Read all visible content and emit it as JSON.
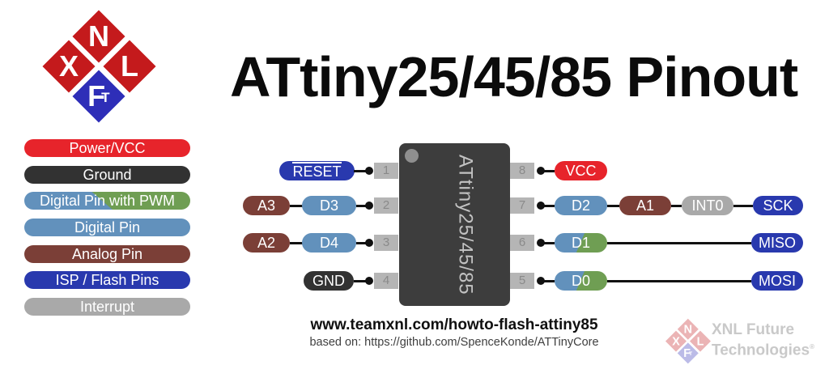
{
  "title": "ATtiny25/45/85 Pinout",
  "logo": {
    "top": "N",
    "left": "X",
    "right": "L",
    "bottom_main": "F",
    "bottom_sub": "T"
  },
  "legend": {
    "items": [
      {
        "label": "Power/VCC",
        "type": "power"
      },
      {
        "label": "Ground",
        "type": "ground"
      },
      {
        "label": "Digital Pin with PWM",
        "type": "pwm_legend"
      },
      {
        "label": "Digital Pin",
        "type": "digital"
      },
      {
        "label": "Analog Pin",
        "type": "analog"
      },
      {
        "label": "ISP / Flash Pins",
        "type": "isp"
      },
      {
        "label": "Interrupt",
        "type": "interrupt"
      }
    ]
  },
  "chip": {
    "label": "ATtiny25/45/85"
  },
  "pinout": {
    "left": [
      {
        "pin": "1",
        "labels": [
          {
            "text": "RESET",
            "type": "isp",
            "overline": true
          }
        ]
      },
      {
        "pin": "2",
        "labels": [
          {
            "text": "A3",
            "type": "analog"
          },
          {
            "text": "D3",
            "type": "digital"
          }
        ]
      },
      {
        "pin": "3",
        "labels": [
          {
            "text": "A2",
            "type": "analog"
          },
          {
            "text": "D4",
            "type": "digital"
          }
        ]
      },
      {
        "pin": "4",
        "labels": [
          {
            "text": "GND",
            "type": "ground"
          }
        ]
      }
    ],
    "right": [
      {
        "pin": "8",
        "labels": [
          {
            "text": "VCC",
            "type": "power"
          }
        ]
      },
      {
        "pin": "7",
        "labels": [
          {
            "text": "D2",
            "type": "digital"
          },
          {
            "text": "A1",
            "type": "analog"
          },
          {
            "text": "INT0",
            "type": "interrupt"
          },
          {
            "text": "SCK",
            "type": "isp"
          }
        ]
      },
      {
        "pin": "6",
        "labels": [
          {
            "text": "D1",
            "type": "pwm"
          },
          {
            "text": "MISO",
            "type": "isp"
          }
        ]
      },
      {
        "pin": "5",
        "labels": [
          {
            "text": "D0",
            "type": "pwm"
          },
          {
            "text": "MOSI",
            "type": "isp"
          }
        ]
      }
    ]
  },
  "footer": {
    "url": "www.teamxnl.com/howto-flash-attiny85",
    "attribution": "based on: https://github.com/SpenceKonde/ATTinyCore"
  },
  "watermark": {
    "line1": "XNL Future",
    "line2": "Technologies",
    "mark": "®"
  },
  "colors": {
    "power": "#e7242b",
    "ground": "#323232",
    "digital": "#6291bc",
    "pwm_green": "#6f9e53",
    "analog": "#7b3f37",
    "isp": "#2939ae",
    "interrupt": "#a9a9a9",
    "chip_body": "#3d3d3d",
    "pin_stub": "#b5b5b5",
    "logo_red": "#c41a1c",
    "logo_blue": "#2e2eb8"
  }
}
